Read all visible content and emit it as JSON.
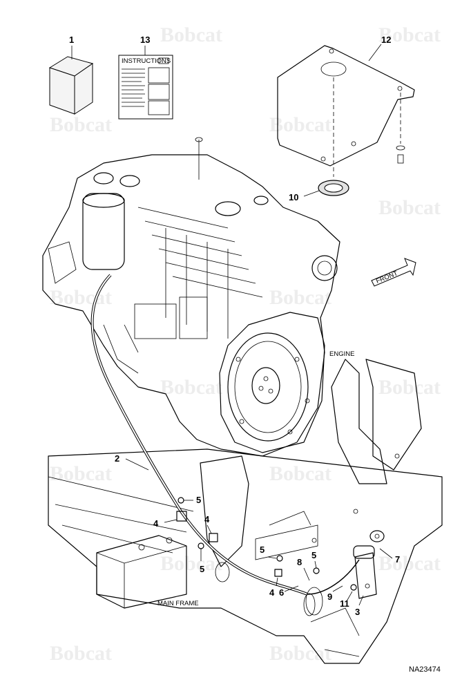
{
  "watermark": "Bobcat",
  "callouts": [
    "1",
    "2",
    "3",
    "4",
    "4",
    "4",
    "5",
    "5",
    "5",
    "5",
    "6",
    "7",
    "8",
    "9",
    "10",
    "11",
    "12",
    "13"
  ],
  "labels": {
    "instructions": "INSTRUCTIONS",
    "front": "FRONT",
    "engine": "ENGINE",
    "main_frame": "MAIN FRAME",
    "drawing_number": "NA23474"
  },
  "colors": {
    "line": "#000000",
    "watermark": "#ededed",
    "background": "#ffffff"
  }
}
